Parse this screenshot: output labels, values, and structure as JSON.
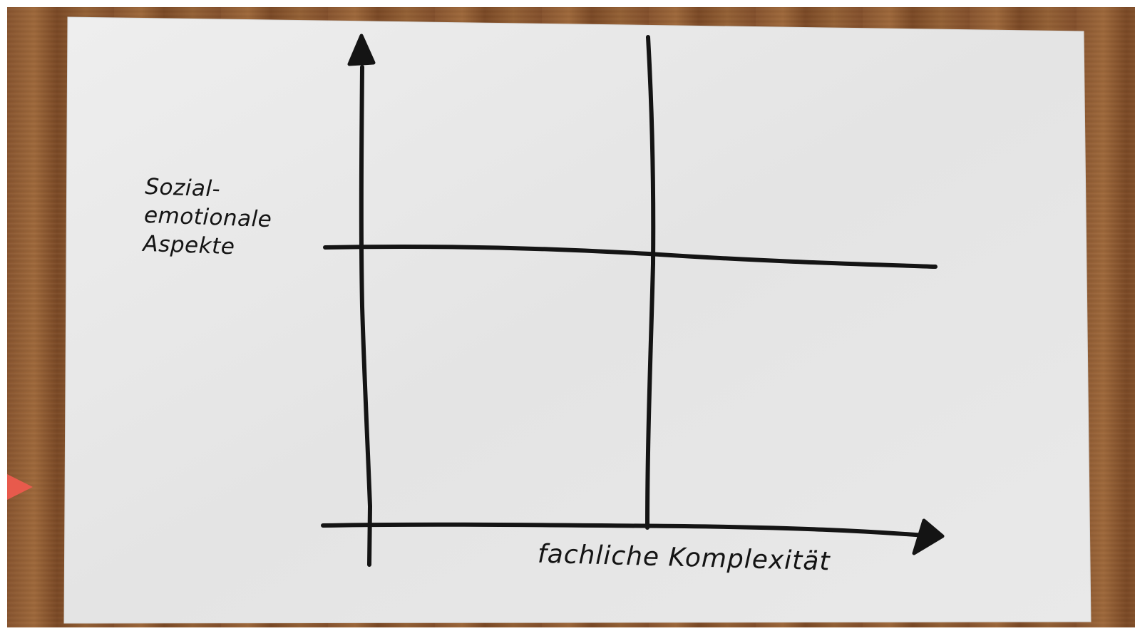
{
  "diagram": {
    "y_axis_label_lines": [
      "Sozial-",
      "emotionale",
      "Aspekte"
    ],
    "x_axis_label": "fachliche Komplexität"
  },
  "colors": {
    "ink": "#141414",
    "paper": "#e6e6e6",
    "table_wood": "#8a5630",
    "marker_red": "#e85a4c"
  }
}
